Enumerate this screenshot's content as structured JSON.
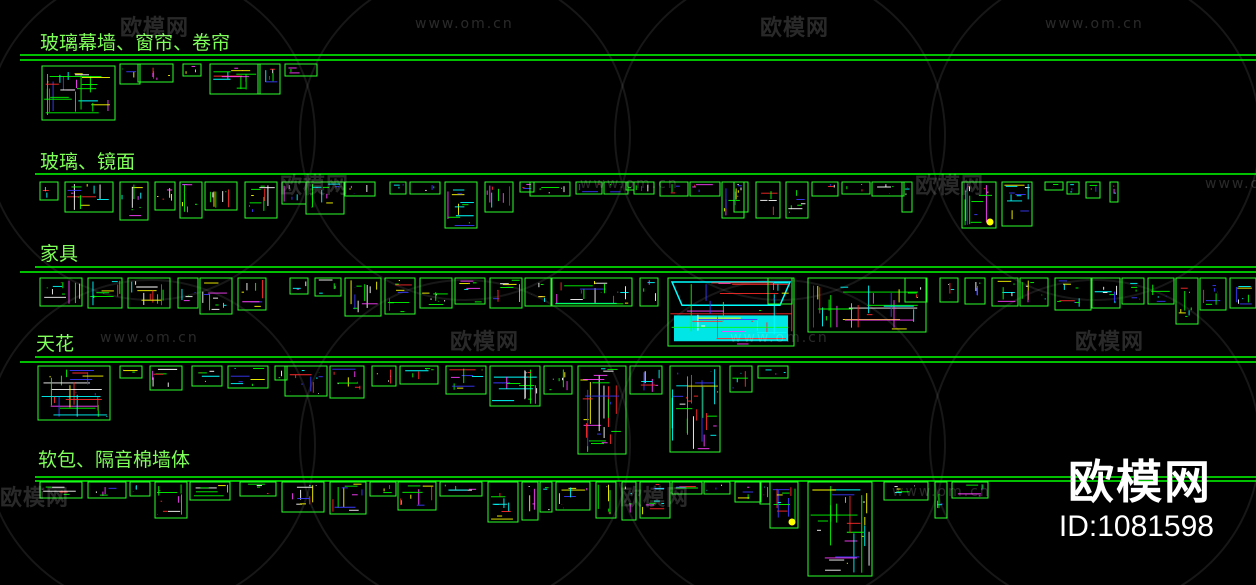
{
  "canvas": {
    "background": "#000000",
    "accent": "#00ff00"
  },
  "sections": [
    {
      "title": "玻璃幕墙、窗帘、卷帘"
    },
    {
      "title": "玻璃、镜面"
    },
    {
      "title": "家具"
    },
    {
      "title": "天花"
    },
    {
      "title": "软包、隔音棉墙体"
    }
  ],
  "watermark": {
    "url": "www.om.cn",
    "brand": "欧模网"
  },
  "brand": {
    "logo_text": "欧模网",
    "id_text": "ID:1081598"
  },
  "colors": {
    "line": "#00ff00",
    "frame": "#2bff2b",
    "cyan": "#00ffff",
    "yellow": "#ffff00",
    "red": "#ff2a2a",
    "blue": "#3a3aff",
    "magenta": "#ff40ff",
    "white": "#ffffff"
  }
}
